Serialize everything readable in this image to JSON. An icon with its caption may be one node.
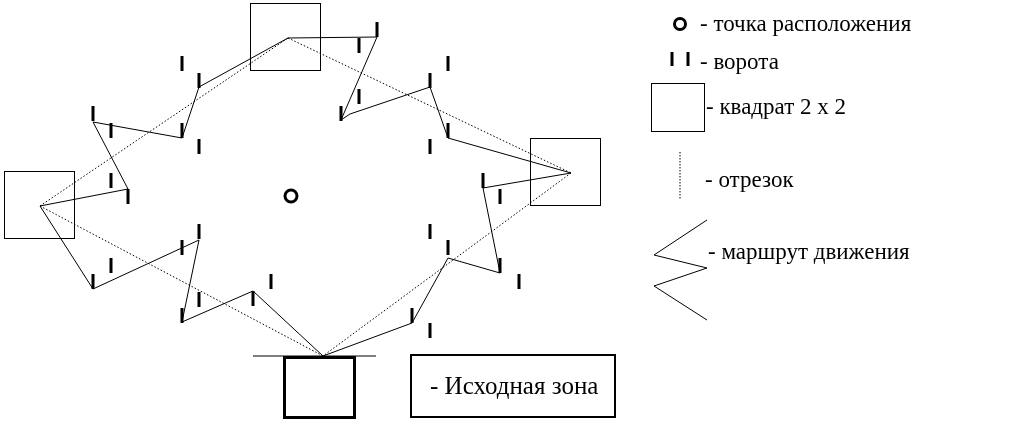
{
  "diagram": {
    "nodes": [
      {
        "text": [],
        "shape": "box"
      },
      {
        "text": [],
        "shape": "box"
      },
      {
        "text": [],
        "shape": "box"
      },
      {
        "text": [],
        "shape": "box"
      }
    ],
    "edges": [
      {
        "from": 1,
        "to": 0,
        "arrow": "none"
      },
      {
        "from": 1,
        "to": 0,
        "arrow": "none",
        "style": "dashed"
      },
      {
        "from": 0,
        "to": 2,
        "arrow": "none"
      },
      {
        "from": 0,
        "to": 2,
        "arrow": "none",
        "style": "dashed"
      },
      {
        "from": 2,
        "to": 3,
        "arrow": "none"
      },
      {
        "from": 2,
        "to": 3,
        "arrow": "none",
        "style": "dashed"
      },
      {
        "from": 1,
        "to": 3,
        "arrow": "none"
      },
      {
        "from": 1,
        "to": 3,
        "arrow": "none",
        "style": "dashed"
      }
    ],
    "labels": [
      "- Исходная зона"
    ],
    "legend": [
      {
        "text": "- точка расположения"
      },
      {
        "text": "- ворота"
      },
      {
        "text": "- квадрат 2 х 2"
      },
      {
        "text": "- отрезок"
      },
      {
        "text": "- маршрут движения"
      }
    ]
  }
}
